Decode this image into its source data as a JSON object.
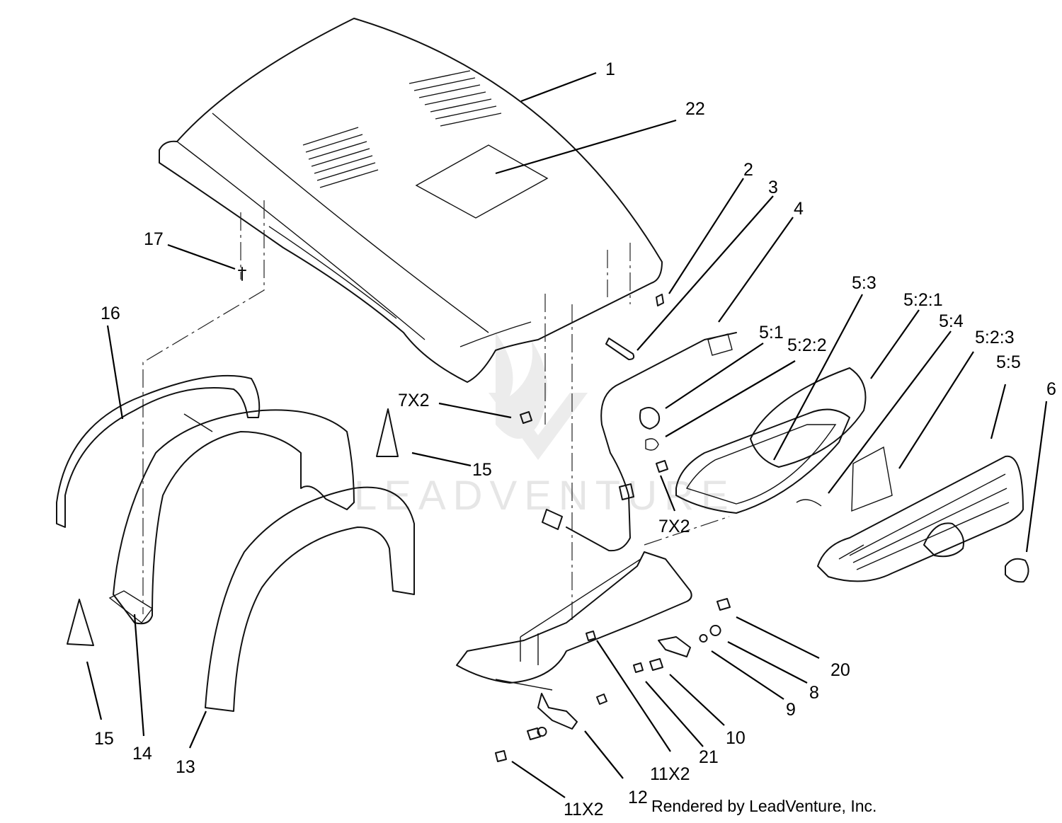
{
  "diagram": {
    "watermark_text": "LEADVENTURE",
    "footer": "Rendered by LeadVenture, Inc.",
    "callouts": [
      {
        "id": "c1",
        "label": "1"
      },
      {
        "id": "c22",
        "label": "22"
      },
      {
        "id": "c2",
        "label": "2"
      },
      {
        "id": "c3",
        "label": "3"
      },
      {
        "id": "c4",
        "label": "4"
      },
      {
        "id": "c17",
        "label": "17"
      },
      {
        "id": "c16",
        "label": "16"
      },
      {
        "id": "c53",
        "label": "5:3"
      },
      {
        "id": "c521",
        "label": "5:2:1"
      },
      {
        "id": "c51",
        "label": "5:1"
      },
      {
        "id": "c522",
        "label": "5:2:2"
      },
      {
        "id": "c54",
        "label": "5:4"
      },
      {
        "id": "c523",
        "label": "5:2:3"
      },
      {
        "id": "c55",
        "label": "5:5"
      },
      {
        "id": "c6",
        "label": "6"
      },
      {
        "id": "c7x2a",
        "label": "7X2"
      },
      {
        "id": "c15a",
        "label": "15"
      },
      {
        "id": "c7x2b",
        "label": "7X2"
      },
      {
        "id": "c20",
        "label": "20"
      },
      {
        "id": "c8",
        "label": "8"
      },
      {
        "id": "c9",
        "label": "9"
      },
      {
        "id": "c10",
        "label": "10"
      },
      {
        "id": "c21",
        "label": "21"
      },
      {
        "id": "c11x2a",
        "label": "11X2"
      },
      {
        "id": "c12",
        "label": "12"
      },
      {
        "id": "c11x2b",
        "label": "11X2"
      },
      {
        "id": "c13",
        "label": "13"
      },
      {
        "id": "c14",
        "label": "14"
      },
      {
        "id": "c15b",
        "label": "15"
      }
    ]
  }
}
